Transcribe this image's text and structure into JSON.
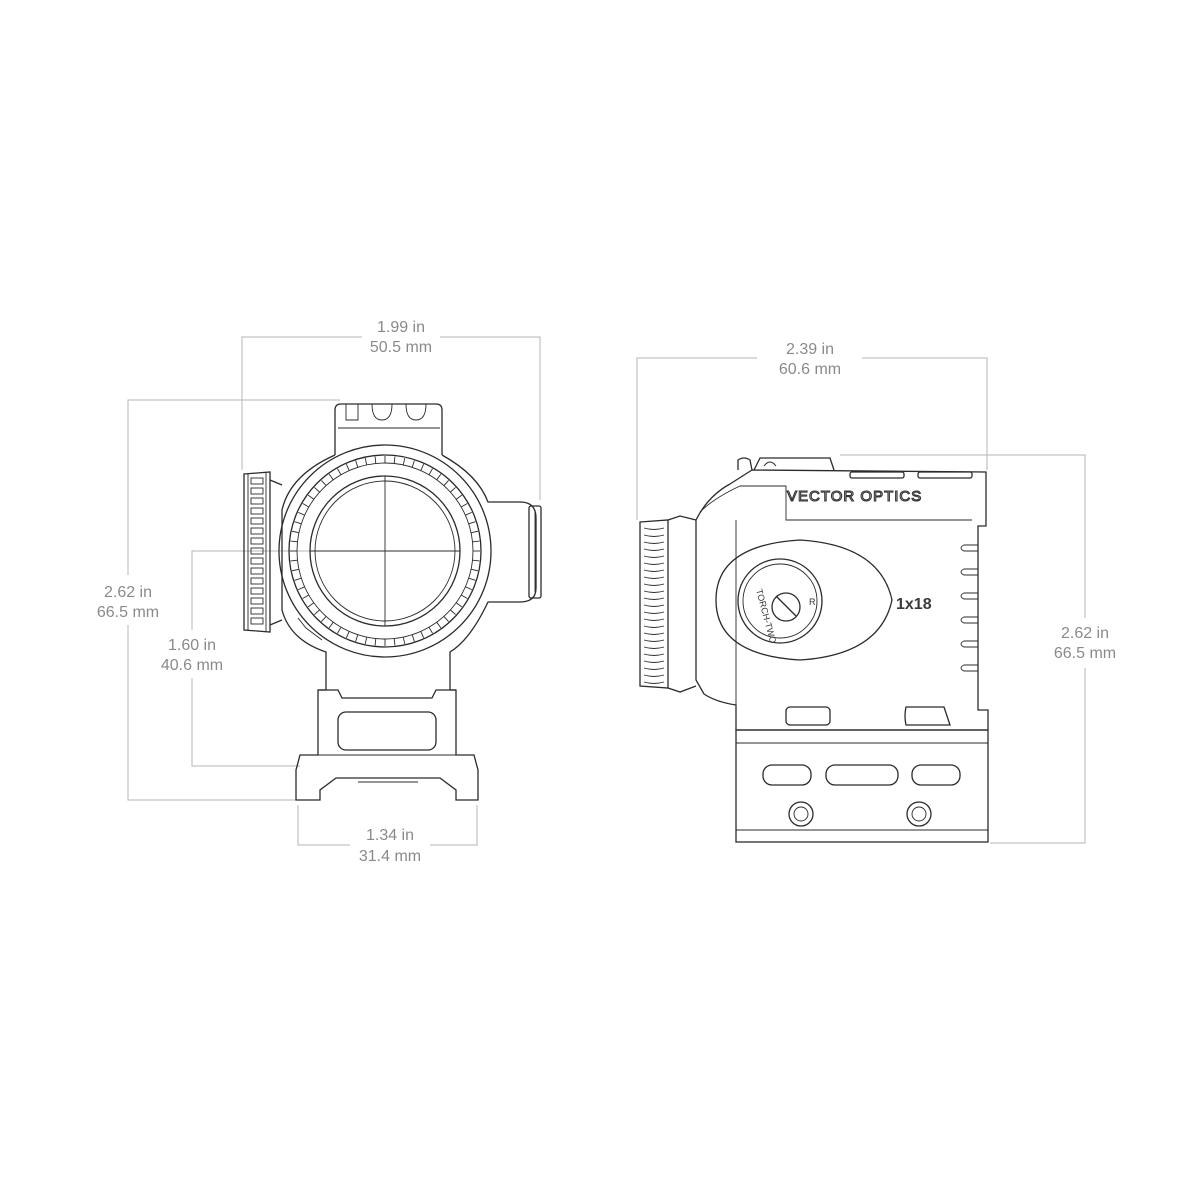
{
  "front_view": {
    "width": {
      "imperial": "1.99 in",
      "metric": "50.5 mm"
    },
    "height": {
      "imperial": "2.62 in",
      "metric": "66.5 mm"
    },
    "optical_center_height": {
      "imperial": "1.60 in",
      "metric": "40.6 mm"
    },
    "mount_width": {
      "imperial": "1.34 in",
      "metric": "31.4 mm"
    }
  },
  "side_view": {
    "length": {
      "imperial": "2.39 in",
      "metric": "60.6 mm"
    },
    "height": {
      "imperial": "2.62 in",
      "metric": "66.5 mm"
    },
    "brand_marking": "VECTOR OPTICS",
    "model_marking": "1x18",
    "dial_markings": {
      "top": "TORCH-TWO",
      "right": "R"
    }
  }
}
